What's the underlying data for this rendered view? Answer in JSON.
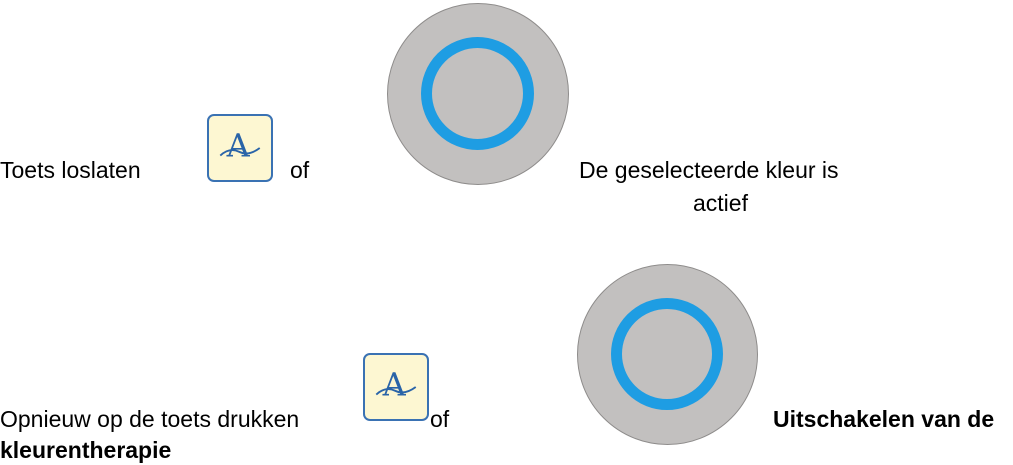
{
  "rows": [
    {
      "prefix": "Toets loslaten",
      "or_label": "of",
      "result_line1": "De geselecteerde kleur is",
      "result_line2": "actief"
    },
    {
      "prefix": "Opnieuw op de toets drukken",
      "or_label": "of",
      "result_line1": "Uitschakelen van de",
      "result_line2": "kleurentherapie"
    }
  ],
  "icons": {
    "key_glyph": "A",
    "key_icon_name": "color-therapy-key-icon",
    "dial_icon_name": "control-dial-icon"
  },
  "colors": {
    "key_border": "#3a72b3",
    "key_fill": "#fdf7d2",
    "glyph": "#2a64a8",
    "dial_fill": "#c2c0bf",
    "ring": "#1e9de3"
  }
}
